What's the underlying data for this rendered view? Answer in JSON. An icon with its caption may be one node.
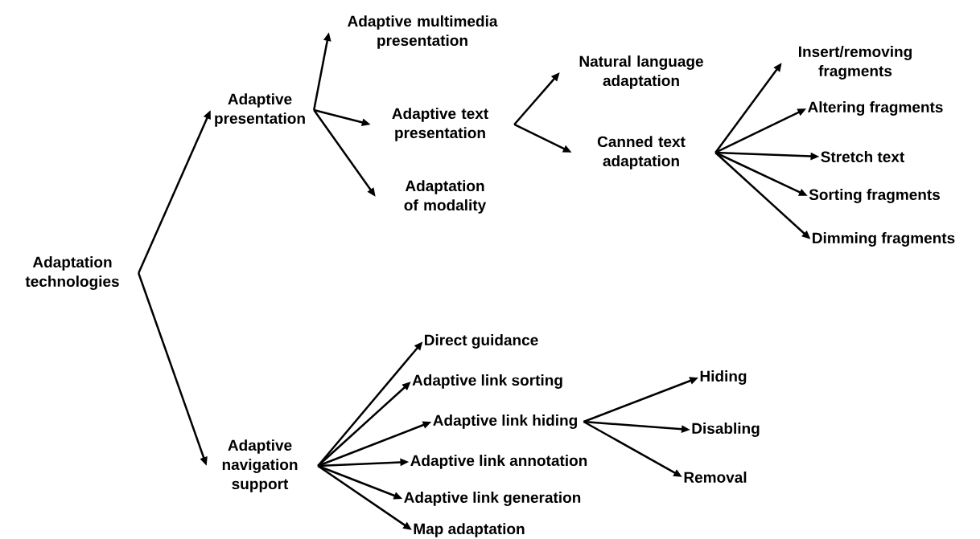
{
  "diagram": {
    "nodes": [
      {
        "text": [
          "Adaptation technologies"
        ]
      },
      {
        "text": [
          "Adaptive presentation"
        ]
      },
      {
        "text": [
          "Adaptive navigation support"
        ]
      },
      {
        "text": [
          "Adaptive multimedia presentation"
        ]
      },
      {
        "text": [
          "Adaptive text presentation"
        ]
      },
      {
        "text": [
          "Adaptation of modality"
        ]
      },
      {
        "text": [
          "Natural language adaptation"
        ]
      },
      {
        "text": [
          "Canned text adaptation"
        ]
      },
      {
        "text": [
          "Insert/removing fragments"
        ]
      },
      {
        "text": [
          "Altering fragments"
        ]
      },
      {
        "text": [
          "Stretch text"
        ]
      },
      {
        "text": [
          "Sorting fragments"
        ]
      },
      {
        "text": [
          "Dimming fragments"
        ]
      },
      {
        "text": [
          "Direct guidance"
        ]
      },
      {
        "text": [
          "Adaptive link sorting"
        ]
      },
      {
        "text": [
          "Adaptive link hiding"
        ]
      },
      {
        "text": [
          "Adaptive link annotation"
        ]
      },
      {
        "text": [
          "Adaptive link generation"
        ]
      },
      {
        "text": [
          "Map adaptation"
        ]
      },
      {
        "text": [
          "Hiding"
        ]
      },
      {
        "text": [
          "Disabling"
        ]
      },
      {
        "text": [
          "Removal"
        ]
      }
    ],
    "edges": [
      {
        "from": 0,
        "to": 1,
        "arrow": "to"
      },
      {
        "from": 0,
        "to": 2,
        "arrow": "to"
      },
      {
        "from": 1,
        "to": 3,
        "arrow": "to"
      },
      {
        "from": 1,
        "to": 4,
        "arrow": "to"
      },
      {
        "from": 1,
        "to": 5,
        "arrow": "to"
      },
      {
        "from": 4,
        "to": 6,
        "arrow": "to"
      },
      {
        "from": 4,
        "to": 7,
        "arrow": "to"
      },
      {
        "from": 7,
        "to": 8,
        "arrow": "to"
      },
      {
        "from": 7,
        "to": 9,
        "arrow": "to"
      },
      {
        "from": 7,
        "to": 10,
        "arrow": "to"
      },
      {
        "from": 7,
        "to": 11,
        "arrow": "to"
      },
      {
        "from": 7,
        "to": 12,
        "arrow": "to"
      },
      {
        "from": 2,
        "to": 13,
        "arrow": "to"
      },
      {
        "from": 2,
        "to": 14,
        "arrow": "to"
      },
      {
        "from": 2,
        "to": 15,
        "arrow": "to"
      },
      {
        "from": 2,
        "to": 16,
        "arrow": "to"
      },
      {
        "from": 2,
        "to": 17,
        "arrow": "to"
      },
      {
        "from": 2,
        "to": 18,
        "arrow": "to"
      },
      {
        "from": 15,
        "to": 19,
        "arrow": "to"
      },
      {
        "from": 15,
        "to": 20,
        "arrow": "to"
      },
      {
        "from": 15,
        "to": 21,
        "arrow": "to"
      }
    ]
  }
}
